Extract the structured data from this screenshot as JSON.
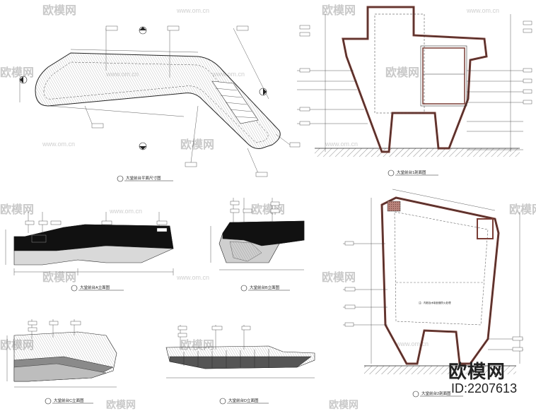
{
  "watermark": {
    "brand_cn": "欧模网",
    "site_url": "www.om.cn"
  },
  "branding": {
    "brand_cn": "欧模网",
    "id_label": "ID:2207613"
  },
  "drawings": {
    "plan_title": "大堂前台平面尺寸图",
    "section1_title": "大堂前台1剖面图",
    "elev_a_title": "大堂前台A立面图",
    "elev_b_title": "大堂前台B立面图",
    "elev_c_title": "大堂前台C立面图",
    "elev_d_title": "大堂前台D立面图",
    "section2_title": "大堂前台2剖面图",
    "section2_note": "注：内胆及木制品做防火处理"
  }
}
